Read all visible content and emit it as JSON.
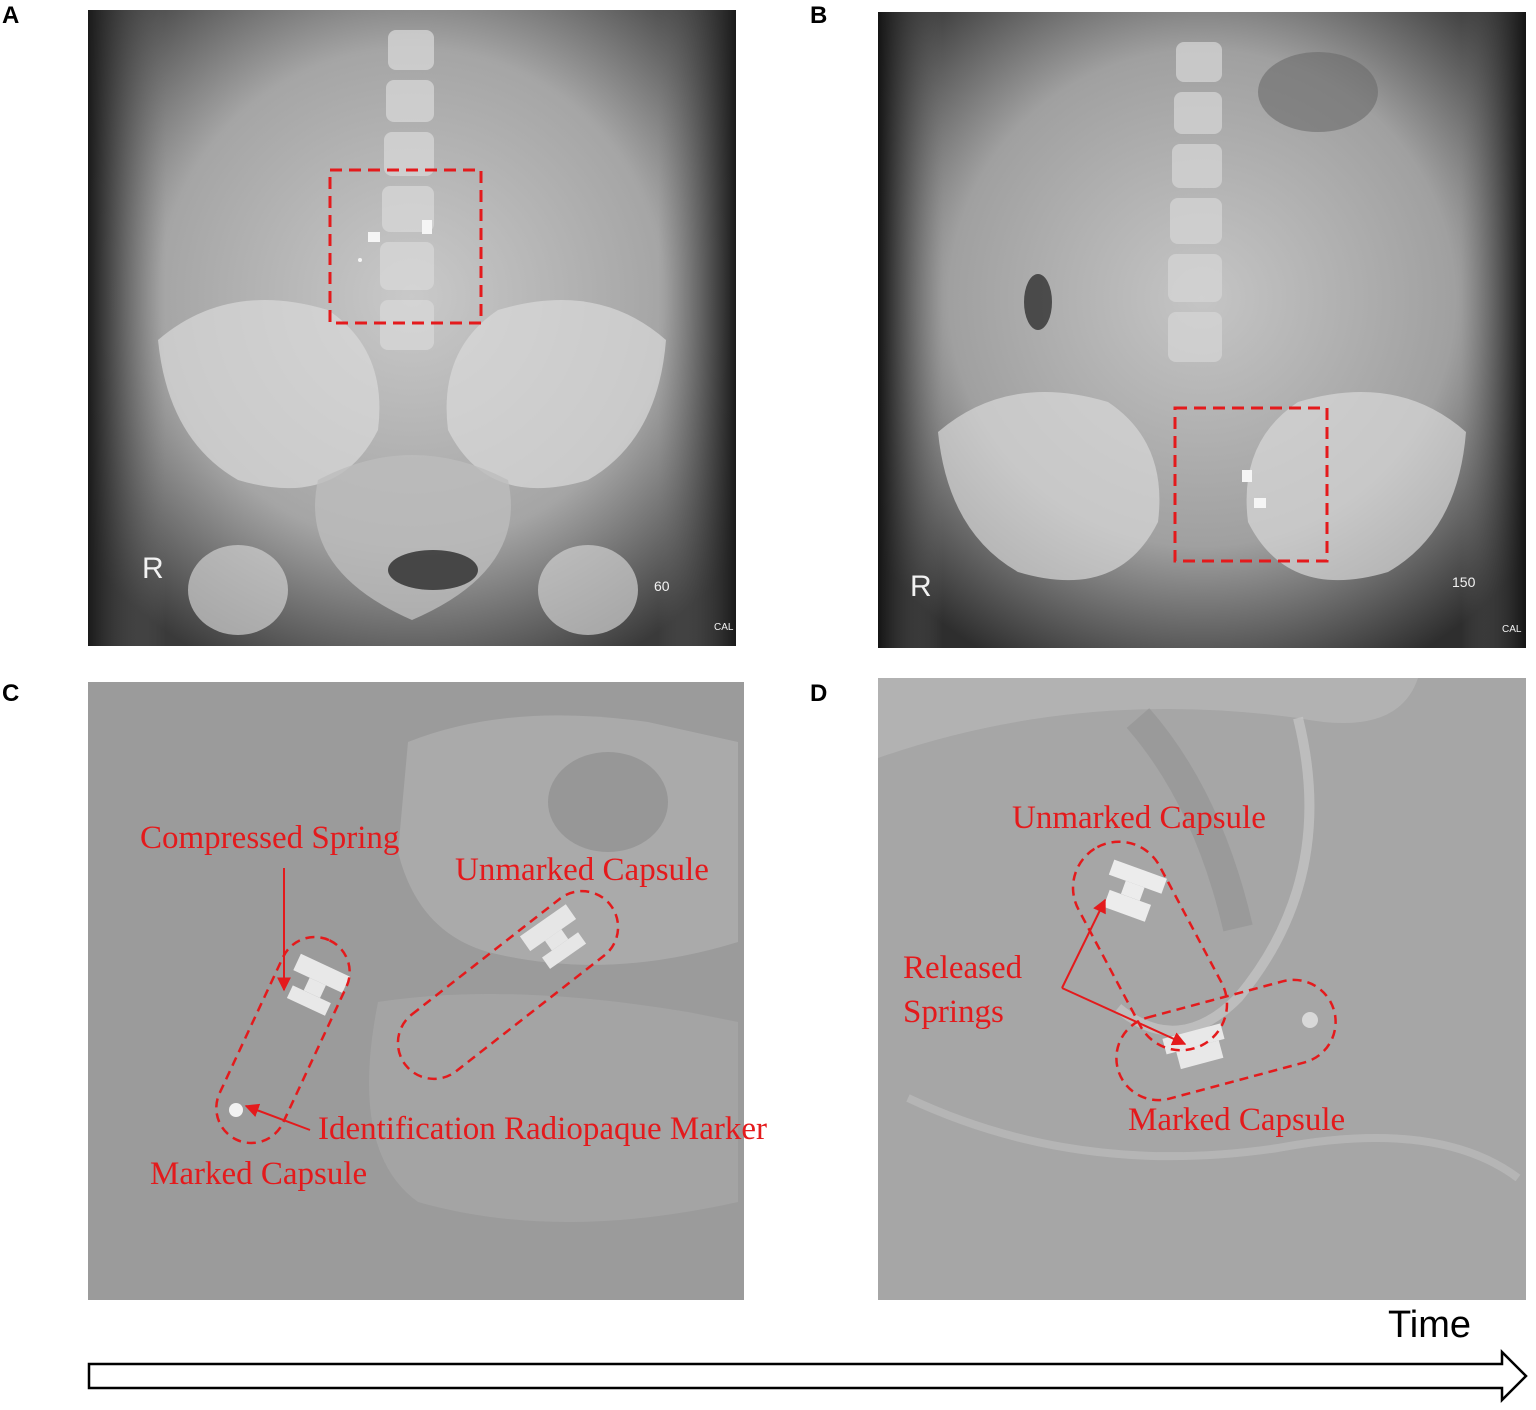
{
  "panels": {
    "a": {
      "letter": "A",
      "marker_text": "R",
      "exposure": "60",
      "cal": "CAL"
    },
    "b": {
      "letter": "B",
      "marker_text": "R",
      "exposure": "150",
      "cal": "CAL"
    },
    "c": {
      "letter": "C",
      "labels": {
        "compressed_spring": "Compressed Spring",
        "unmarked_capsule": "Unmarked Capsule",
        "radiopaque_marker": "Identification Radiopaque Marker",
        "marked_capsule": "Marked Capsule"
      }
    },
    "d": {
      "letter": "D",
      "labels": {
        "unmarked_capsule": "Unmarked Capsule",
        "released_springs_1": "Released",
        "released_springs_2": "Springs",
        "marked_capsule": "Marked Capsule"
      }
    }
  },
  "timeline": {
    "label": "Time"
  },
  "colors": {
    "annotation": "#e41a1c",
    "xray_bg": "#9a9a9a"
  }
}
